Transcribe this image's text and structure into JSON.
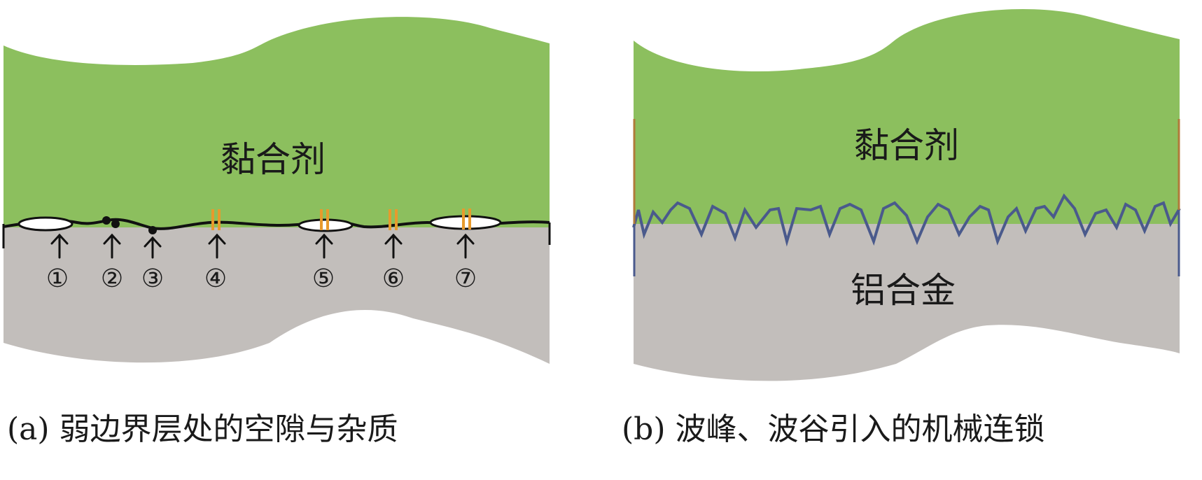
{
  "panel_a": {
    "adhesive_label": "黏合剂",
    "markers": [
      "①",
      "②",
      "③",
      "④",
      "⑤",
      "⑥",
      "⑦"
    ],
    "caption": "(a) 弱边界层处的空隙与杂质"
  },
  "panel_b": {
    "adhesive_label": "黏合剂",
    "substrate_label": "铝合金",
    "caption": "(b) 波峰、波谷引入的机械连锁"
  },
  "colors": {
    "adhesive": "#8cbf5e",
    "substrate": "#c2bebb",
    "impurity": "#e89a2c",
    "interface_b": "#4a5a8c",
    "line": "#111111",
    "void": "#ffffff"
  }
}
